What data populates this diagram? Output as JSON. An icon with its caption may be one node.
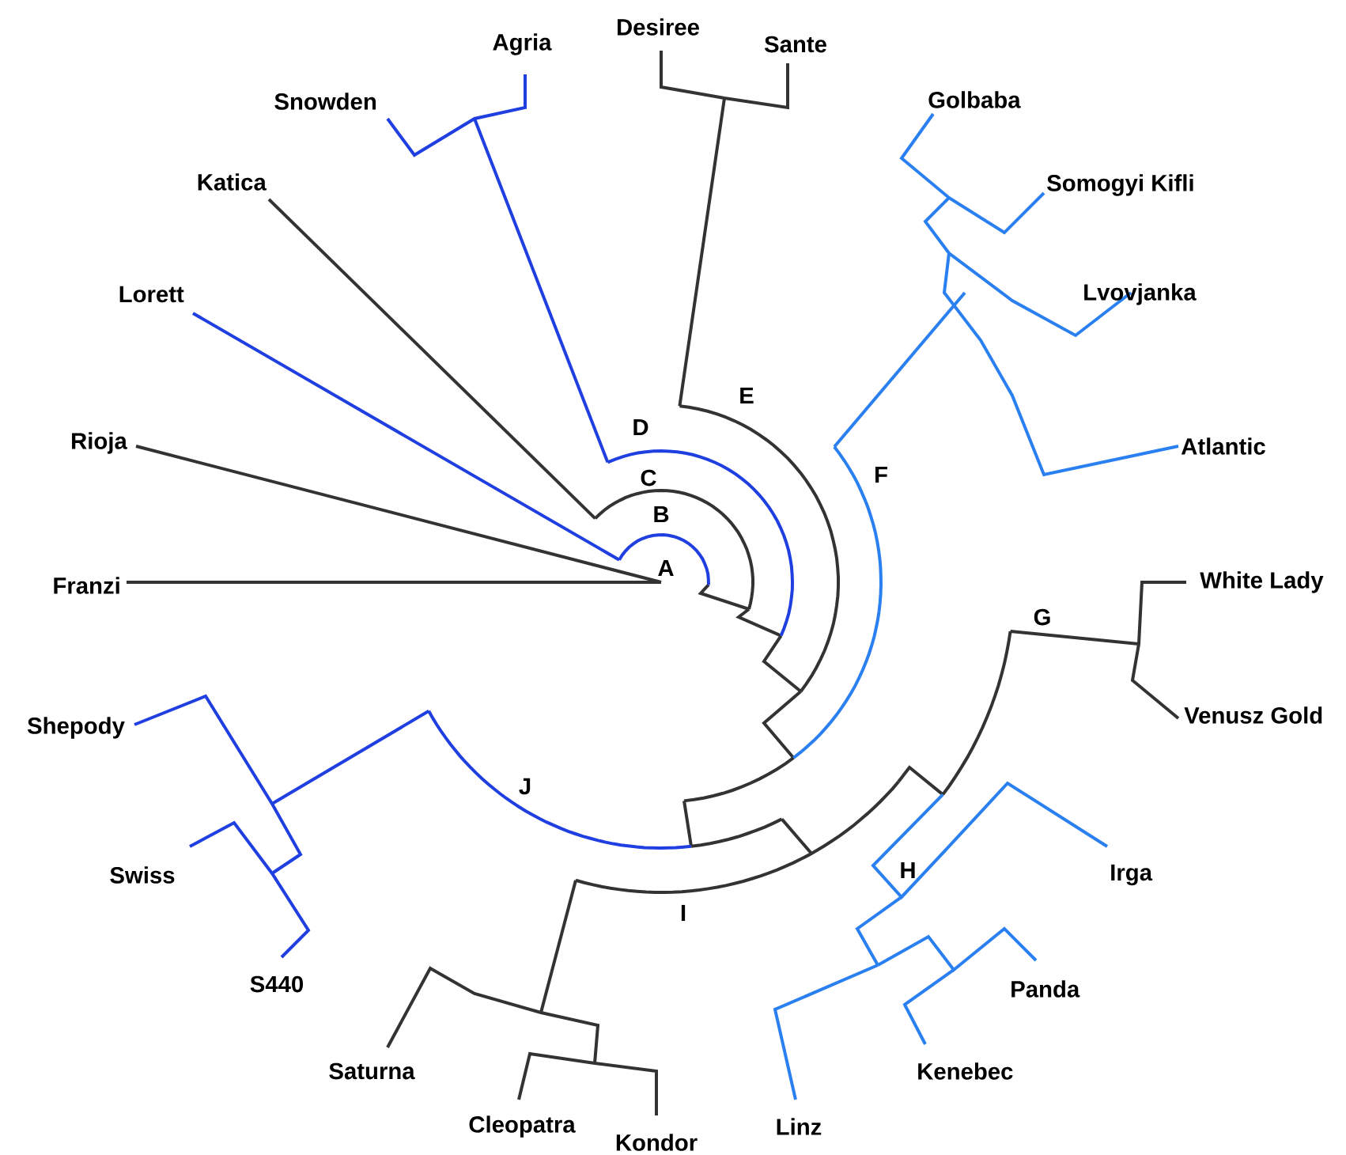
{
  "diagram": {
    "labels": [
      "Desiree",
      "Agria",
      "Sante",
      "Snowden",
      "Golbaba",
      "Katica",
      "Somogyi Kifli",
      "Lorett",
      "Lvovjanka",
      "E",
      "D",
      "Rioja",
      "F",
      "Atlantic",
      "C",
      "B",
      "Franzi",
      "A",
      "White Lady",
      "G",
      "Venusz Gold",
      "Shepody",
      "J",
      "Swiss",
      "H",
      "Irga",
      "I",
      "S440",
      "Panda",
      "Saturna",
      "Kenebec",
      "Cleopatra",
      "Linz",
      "Kondor"
    ]
  }
}
